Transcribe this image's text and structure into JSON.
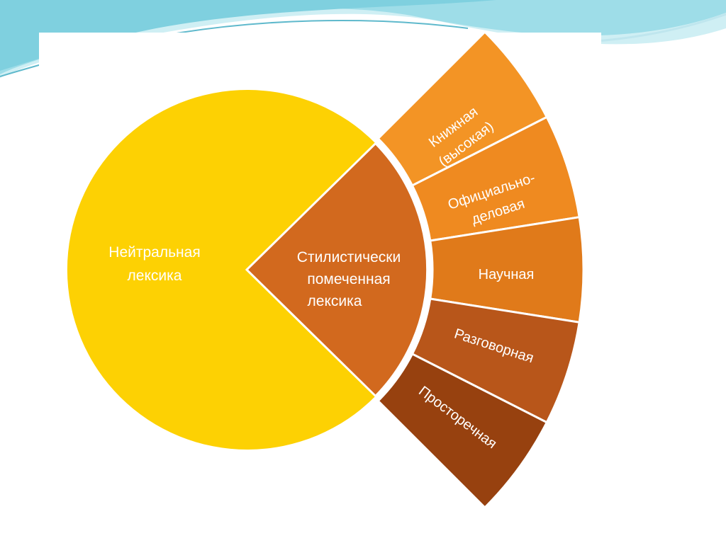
{
  "colors": {
    "neutral": "#FDD103",
    "center": "#D2691E",
    "book": "#F39425",
    "official": "#EF8A20",
    "scientific": "#E07A1A",
    "colloquial": "#B8561A",
    "vernacular": "#97410F",
    "text_light": "#FFFFFF",
    "text_dark": "#5A5A5A",
    "wave_dark": "#7FD4E0",
    "wave_light": "#C7EDF2"
  },
  "diagram": {
    "neutral": {
      "line1": "Нейтральная",
      "line2": "лексика"
    },
    "center": {
      "line1": "Стилистически",
      "line2": "помеченная",
      "line3": "лексика"
    },
    "segments": [
      {
        "line1": "Книжная",
        "line2": "(высокая)"
      },
      {
        "line1": "Официально-",
        "line2": "деловая"
      },
      {
        "line1": "Научная",
        "line2": ""
      },
      {
        "line1": "Разговорная",
        "line2": ""
      },
      {
        "line1": "Просторечная",
        "line2": ""
      }
    ]
  }
}
